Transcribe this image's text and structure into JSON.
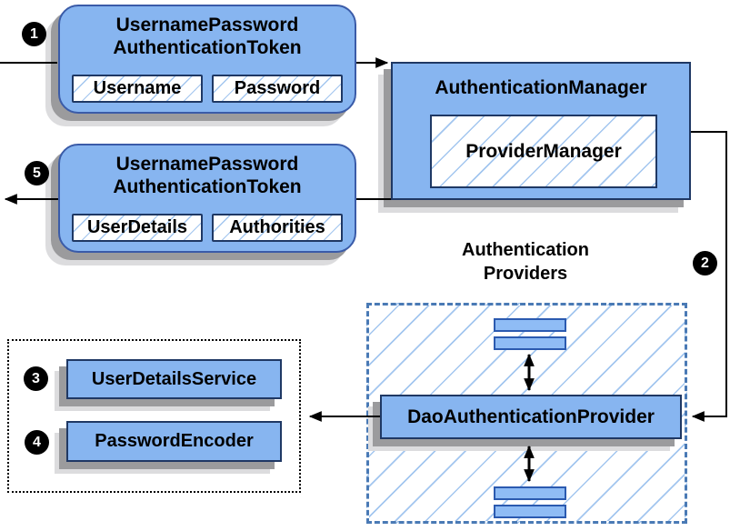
{
  "colors": {
    "node_fill": "#87B5F0",
    "node_border": "#1F3864",
    "rounded_border": "#3A5BA8",
    "bar_fill": "#8FBCF5",
    "bar_border": "#2B5AB0",
    "hatch_line": "#A3C6EF",
    "dashed_border": "#4A7AB5",
    "shadow_dark": "#9B9B9D",
    "shadow_light": "#DCDCDE",
    "connector": "#000000",
    "badge_bg": "#000000",
    "badge_fg": "#FFFFFF"
  },
  "badges": {
    "step1": "1",
    "step2": "2",
    "step3": "3",
    "step4": "4",
    "step5": "5"
  },
  "nodes": {
    "request_token": {
      "title_line1": "UsernamePassword",
      "title_line2": "AuthenticationToken",
      "field1": "Username",
      "field2": "Password"
    },
    "authentication_manager": {
      "title": "AuthenticationManager",
      "inner": "ProviderManager"
    },
    "result_token": {
      "title_line1": "UsernamePassword",
      "title_line2": "AuthenticationToken",
      "field1": "UserDetails",
      "field2": "Authorities"
    },
    "providers_group": {
      "label_line1": "Authentication",
      "label_line2": "Providers"
    },
    "dao_authentication_provider": {
      "title": "DaoAuthenticationProvider"
    },
    "user_details_service": {
      "title": "UserDetailsService"
    },
    "password_encoder": {
      "title": "PasswordEncoder"
    }
  }
}
